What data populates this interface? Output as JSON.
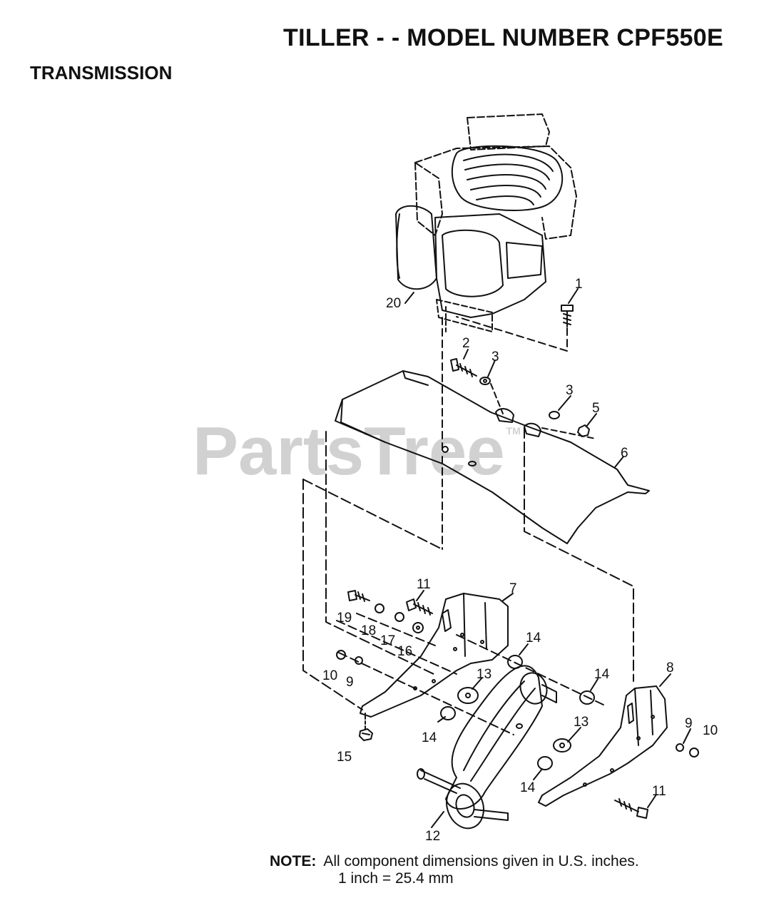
{
  "title": "TILLER - - MODEL NUMBER CPF550E",
  "section": "TRANSMISSION",
  "watermark": {
    "text": "PartsTree",
    "tm": "TM"
  },
  "callouts": [
    "1",
    "20",
    "2",
    "3",
    "3",
    "5",
    "6",
    "7",
    "11",
    "19",
    "18",
    "17",
    "16",
    "14",
    "10",
    "9",
    "13",
    "14",
    "8",
    "15",
    "14",
    "13",
    "9",
    "10",
    "14",
    "11",
    "12"
  ],
  "note": {
    "label": "NOTE:",
    "line1": "All component dimensions given in U.S. inches.",
    "line2": "1 inch = 25.4 mm"
  }
}
